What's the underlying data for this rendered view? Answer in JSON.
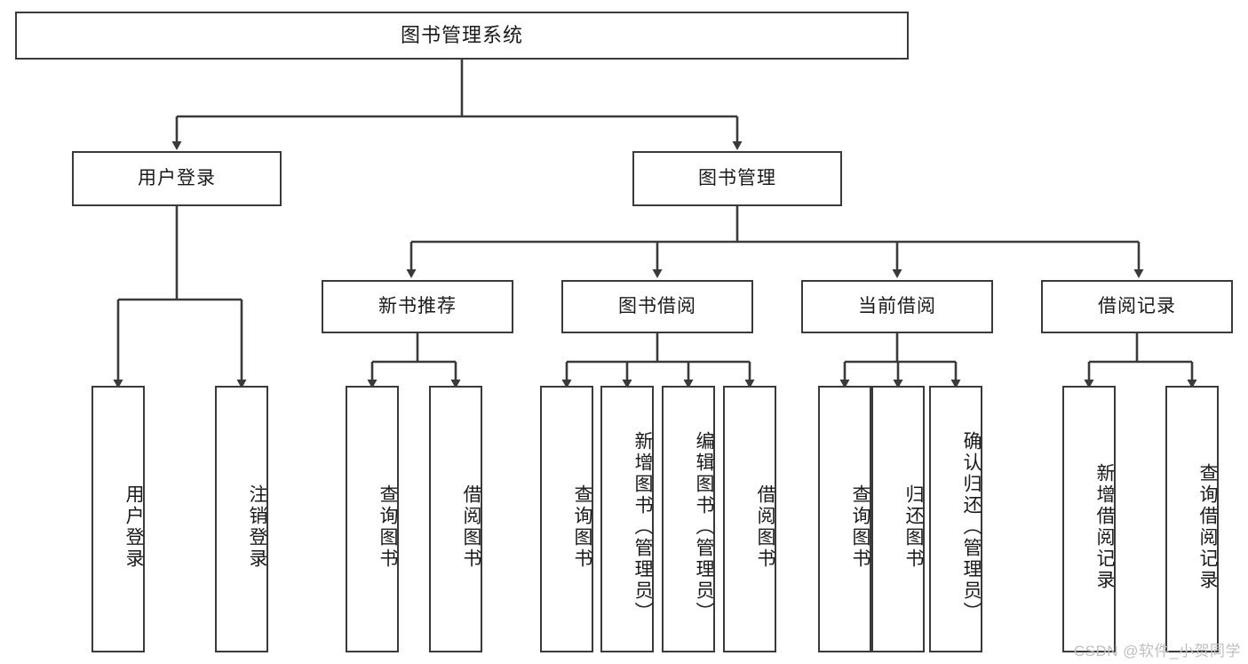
{
  "diagram": {
    "title": "图书管理系统",
    "type": "tree-hierarchy-chart",
    "watermark": "CSDN @软件_小贺同学",
    "colors": {
      "box_border": "#3a3a3a",
      "box_fill": "#ffffff",
      "edge": "#3a3a3a",
      "text": "#1a1a1a",
      "watermark": "#bfbfbf",
      "background": "#ffffff"
    }
  },
  "nodes": {
    "root": {
      "label": "图书管理系统"
    },
    "level2": [
      {
        "id": "user-login",
        "label": "用户登录"
      },
      {
        "id": "book-manage",
        "label": "图书管理"
      }
    ],
    "level3": [
      {
        "id": "new-book-recommend",
        "label": "新书推荐"
      },
      {
        "id": "book-borrow",
        "label": "图书借阅"
      },
      {
        "id": "current-borrow",
        "label": "当前借阅"
      },
      {
        "id": "borrow-record",
        "label": "借阅记录"
      }
    ],
    "leaves": [
      {
        "id": "leaf-user-login",
        "label": "用户登录",
        "parent": "user-login"
      },
      {
        "id": "leaf-user-logout",
        "label": "注销登录",
        "parent": "user-login"
      },
      {
        "id": "leaf-query-book-1",
        "label": "查询图书",
        "parent": "new-book-recommend"
      },
      {
        "id": "leaf-borrow-book-1",
        "label": "借阅图书",
        "parent": "new-book-recommend"
      },
      {
        "id": "leaf-query-book-2",
        "label": "查询图书",
        "parent": "book-borrow"
      },
      {
        "id": "leaf-add-book",
        "label": "新增图书（管理员）",
        "parent": "book-borrow"
      },
      {
        "id": "leaf-edit-book",
        "label": "编辑图书（管理员）",
        "parent": "book-borrow"
      },
      {
        "id": "leaf-borrow-book-2",
        "label": "借阅图书",
        "parent": "book-borrow"
      },
      {
        "id": "leaf-query-book-3",
        "label": "查询图书",
        "parent": "current-borrow"
      },
      {
        "id": "leaf-return-book",
        "label": "归还图书",
        "parent": "current-borrow"
      },
      {
        "id": "leaf-confirm-return",
        "label": "确认归还（管理员）",
        "parent": "current-borrow"
      },
      {
        "id": "leaf-add-record",
        "label": "新增借阅记录",
        "parent": "borrow-record"
      },
      {
        "id": "leaf-query-record",
        "label": "查询借阅记录",
        "parent": "borrow-record"
      }
    ]
  }
}
